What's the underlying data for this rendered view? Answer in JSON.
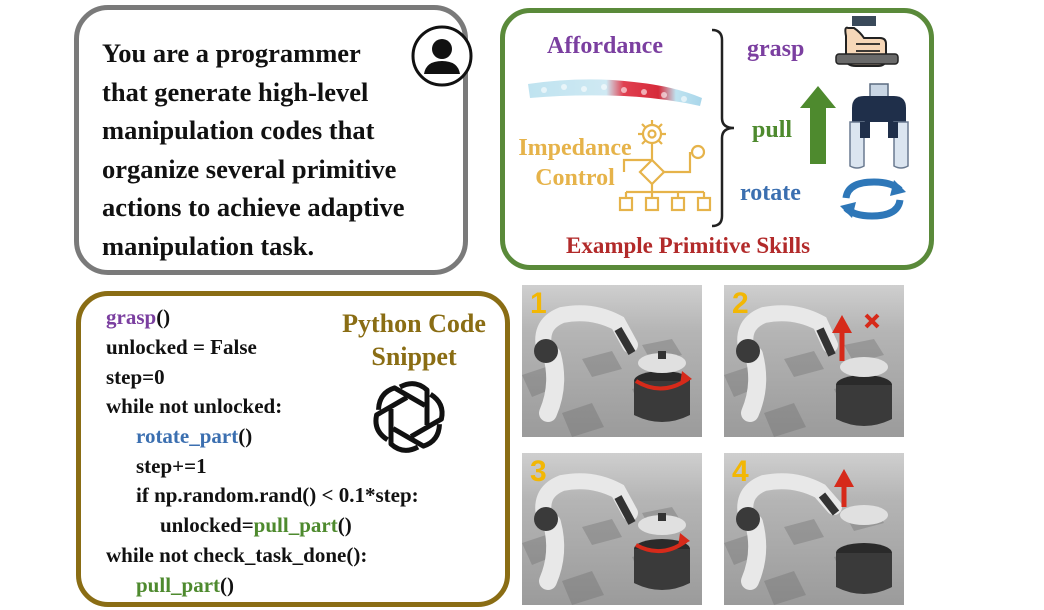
{
  "prompt": {
    "lines": [
      "You are a programmer",
      "that generate high-level",
      "manipulation codes that",
      "organize several primitive",
      "actions to achieve adaptive",
      "manipulation task."
    ],
    "icon": "user-icon"
  },
  "skills": {
    "affordance_label": "Affordance",
    "impedance_label_1": "Impedance",
    "impedance_label_2": "Control",
    "grasp_label": "grasp",
    "pull_label": "pull",
    "rotate_label": "rotate",
    "caption": "Example Primitive Skills",
    "icons": [
      "affordance-heatmap-icon",
      "impedance-control-diagram-icon",
      "hand-grasp-icon",
      "up-arrow-icon",
      "gripper-icon",
      "rotate-arrows-icon"
    ],
    "colors": {
      "affordance": "#7b3fa0",
      "impedance": "#e6b34a",
      "grasp": "#7b3fa0",
      "pull": "#4e8a2e",
      "rotate": "#3b6fb0",
      "caption": "#b22a2a",
      "border": "#5a8a3a"
    }
  },
  "code": {
    "title_1": "Python Code",
    "title_2": "Snippet",
    "logo": "openai-logo-icon",
    "l1_fn": "grasp",
    "l1_rest": "()",
    "l2": "unlocked = False",
    "l3": "step=0",
    "l4": "while not unlocked:",
    "l5_fn": "rotate_part",
    "l5_rest": "()",
    "l6": "step+=1",
    "l7": "if np.random.rand() < 0.1*step:",
    "l8_pre": "unlocked=",
    "l8_fn": "pull_part",
    "l8_rest": "()",
    "l9": "while not check_task_done():",
    "l10_fn": "pull_part",
    "l10_rest": "()"
  },
  "frames": [
    {
      "number": "1",
      "marker": "rotate-arrow"
    },
    {
      "number": "2",
      "marker": "up-arrow-with-x"
    },
    {
      "number": "3",
      "marker": "rotate-arrow"
    },
    {
      "number": "4",
      "marker": "up-arrow"
    }
  ]
}
